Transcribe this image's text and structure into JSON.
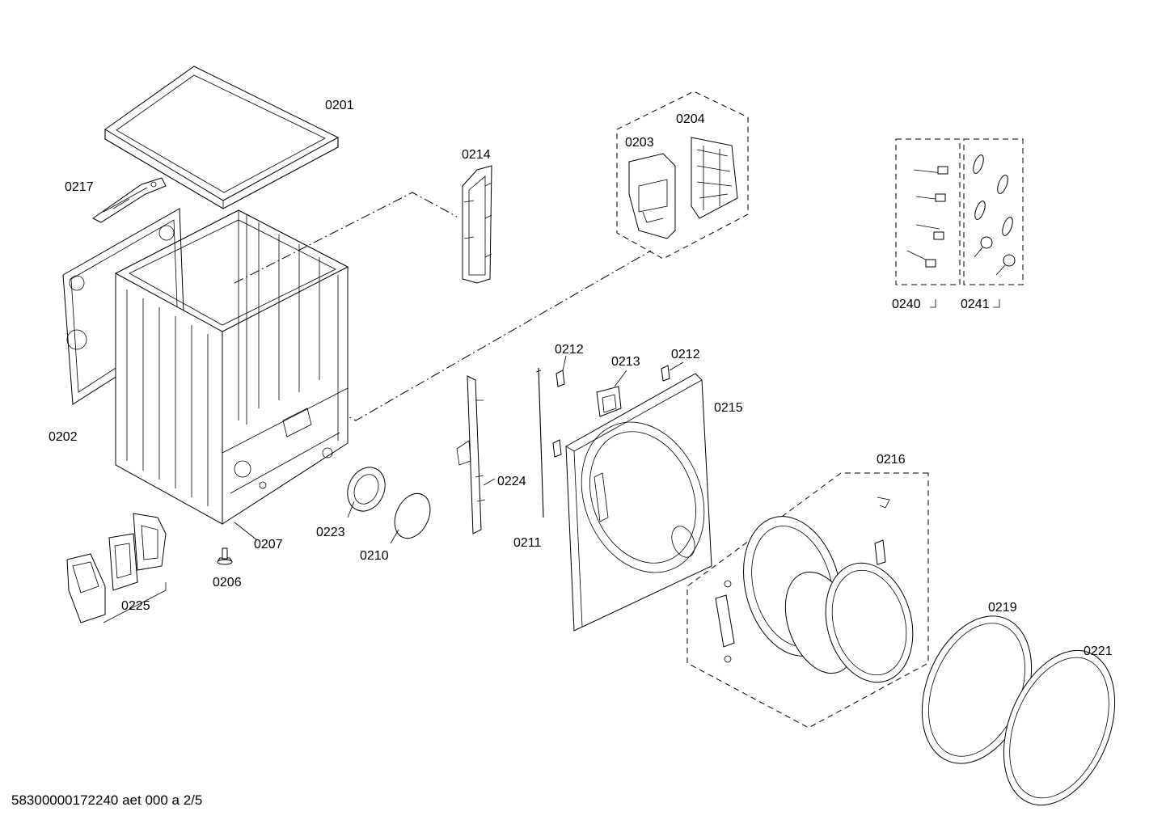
{
  "parts": {
    "p0201": "0201",
    "p0202": "0202",
    "p0203": "0203",
    "p0204": "0204",
    "p0206": "0206",
    "p0207": "0207",
    "p0210": "0210",
    "p0211": "0211",
    "p0212a": "0212",
    "p0212b": "0212",
    "p0213": "0213",
    "p0214": "0214",
    "p0215": "0215",
    "p0216": "0216",
    "p0217": "0217",
    "p0219": "0219",
    "p0221": "0221",
    "p0223": "0223",
    "p0224": "0224",
    "p0225": "0225",
    "p0240": "0240",
    "p0241": "0241"
  },
  "footer": {
    "doc_id": "58300000172240 aet 000 a 2/5"
  }
}
